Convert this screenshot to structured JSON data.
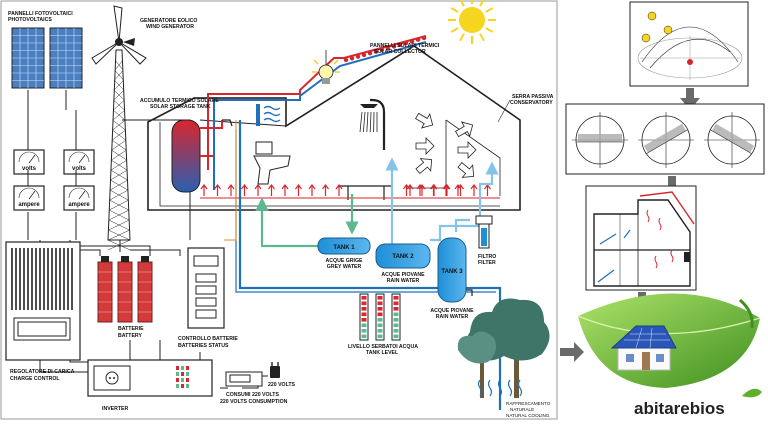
{
  "labels": {
    "solar_panels": [
      "PANNELLI FOTOVOLTAICI",
      "PHOTOVOLTAICS"
    ],
    "wind": [
      "GENERATORE EOLICO",
      "WIND GENERATOR"
    ],
    "thermal_panels": [
      "PANNELLI SOLARI TERMICI",
      "SOLAR COLLECTOR"
    ],
    "storage_tank": [
      "ACCUMULO TERMICO SOLARE",
      "SOLAR STORAGE TANK"
    ],
    "conservatory": [
      "SERRA PASSIVA",
      "CONSERVATORY"
    ],
    "battery": [
      "BATTERIE",
      "BATTERY"
    ],
    "batteries_status": [
      "CONTROLLO BATTERIE",
      "BATTERIES STATUS"
    ],
    "charge_control": [
      "REGOLATORE DI CARICA",
      "CHARGE CONTROL"
    ],
    "inverter": "INVERTER",
    "consumption": [
      "CONSUMI 220 VOLTS",
      "220 VOLTS CONSUMPTION"
    ],
    "volts220": "220 VOLTS",
    "tank_level": [
      "LIVELLO SERBATOI ACQUA",
      "TANK LEVEL"
    ],
    "natural_cooling": [
      "RAFFRESCAMENTO",
      "NATURALE",
      "NATURAL COOLING"
    ],
    "filter": [
      "FILTRO",
      "FILTER"
    ]
  },
  "meters": {
    "volts": "volts",
    "ampere": "ampere"
  },
  "tanks": [
    {
      "name": "TANK 1",
      "caption": [
        "ACQUE GRIGE",
        "GREY WATER"
      ]
    },
    {
      "name": "TANK 2",
      "caption": [
        "ACQUE PIOVANE",
        "RAIN WATER"
      ]
    },
    {
      "name": "TANK 3",
      "caption": [
        "ACQUE PIOVANE",
        "RAIN WATER"
      ]
    }
  ],
  "brand": "abitarebios",
  "colors": {
    "red": "#d8262e",
    "blue": "#1e6fbd",
    "light_blue": "#86c3e8",
    "green": "#5cb88d",
    "cyan_tank": "#1f8fd6",
    "battery_red": "#d33a3a",
    "leaf_green": "#5faf2a"
  }
}
